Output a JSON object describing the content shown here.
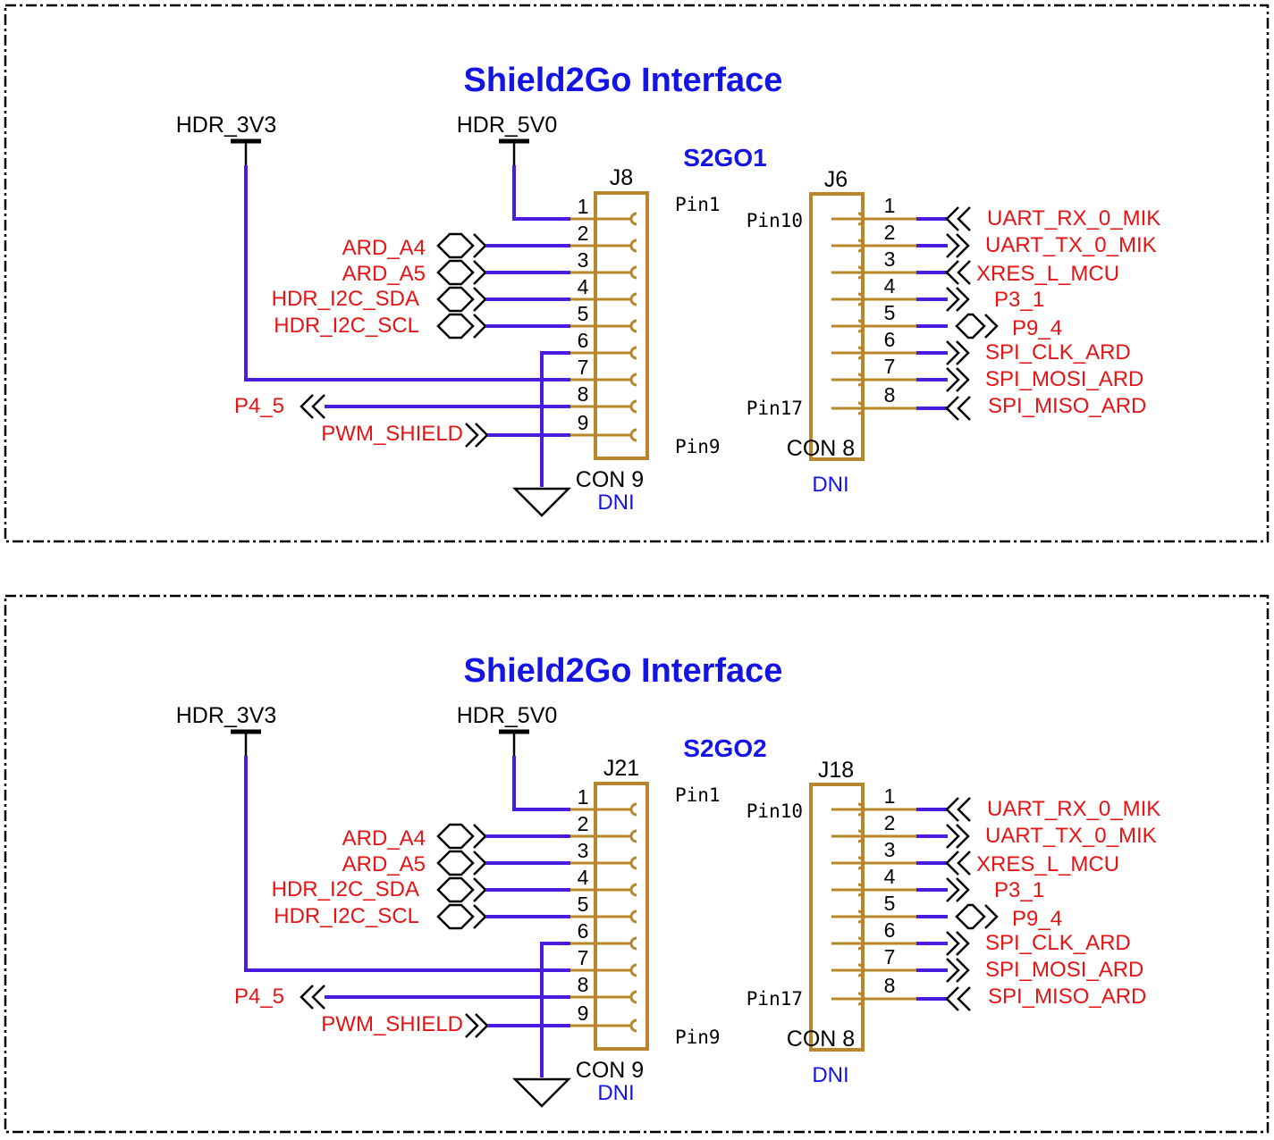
{
  "blocks": [
    {
      "title": "Shield2Go Interface",
      "subtitle": "S2GO1",
      "power_3v3": "HDR_3V3",
      "power_5v0": "HDR_5V0",
      "left_connector": {
        "ref": "J8",
        "value": "CON 9",
        "dni": "DNI",
        "pin_top": "Pin1",
        "pin_bottom": "Pin9",
        "pins": [
          "1",
          "2",
          "3",
          "4",
          "5",
          "6",
          "7",
          "8",
          "9"
        ]
      },
      "left_nets": [
        "ARD_A4",
        "ARD_A5",
        "HDR_I2C_SDA",
        "HDR_I2C_SCL",
        "P4_5",
        "PWM_SHIELD"
      ],
      "right_connector": {
        "ref": "J6",
        "value": "CON 8",
        "dni": "DNI",
        "pin_top": "Pin10",
        "pin_bottom": "Pin17",
        "pins": [
          "1",
          "2",
          "3",
          "4",
          "5",
          "6",
          "7",
          "8"
        ]
      },
      "right_nets": [
        "UART_RX_0_MIK",
        "UART_TX_0_MIK",
        "XRES_L_MCU",
        "P3_1",
        "P9_4",
        "SPI_CLK_ARD",
        "SPI_MOSI_ARD",
        "SPI_MISO_ARD"
      ]
    },
    {
      "title": "Shield2Go Interface",
      "subtitle": "S2GO2",
      "power_3v3": "HDR_3V3",
      "power_5v0": "HDR_5V0",
      "left_connector": {
        "ref": "J21",
        "value": "CON 9",
        "dni": "DNI",
        "pin_top": "Pin1",
        "pin_bottom": "Pin9",
        "pins": [
          "1",
          "2",
          "3",
          "4",
          "5",
          "6",
          "7",
          "8",
          "9"
        ]
      },
      "left_nets": [
        "ARD_A4",
        "ARD_A5",
        "HDR_I2C_SDA",
        "HDR_I2C_SCL",
        "P4_5",
        "PWM_SHIELD"
      ],
      "right_connector": {
        "ref": "J18",
        "value": "CON 8",
        "dni": "DNI",
        "pin_top": "Pin10",
        "pin_bottom": "Pin17",
        "pins": [
          "1",
          "2",
          "3",
          "4",
          "5",
          "6",
          "7",
          "8"
        ]
      },
      "right_nets": [
        "UART_RX_0_MIK",
        "UART_TX_0_MIK",
        "XRES_L_MCU",
        "P3_1",
        "P9_4",
        "SPI_CLK_ARD",
        "SPI_MOSI_ARD",
        "SPI_MISO_ARD"
      ]
    }
  ]
}
